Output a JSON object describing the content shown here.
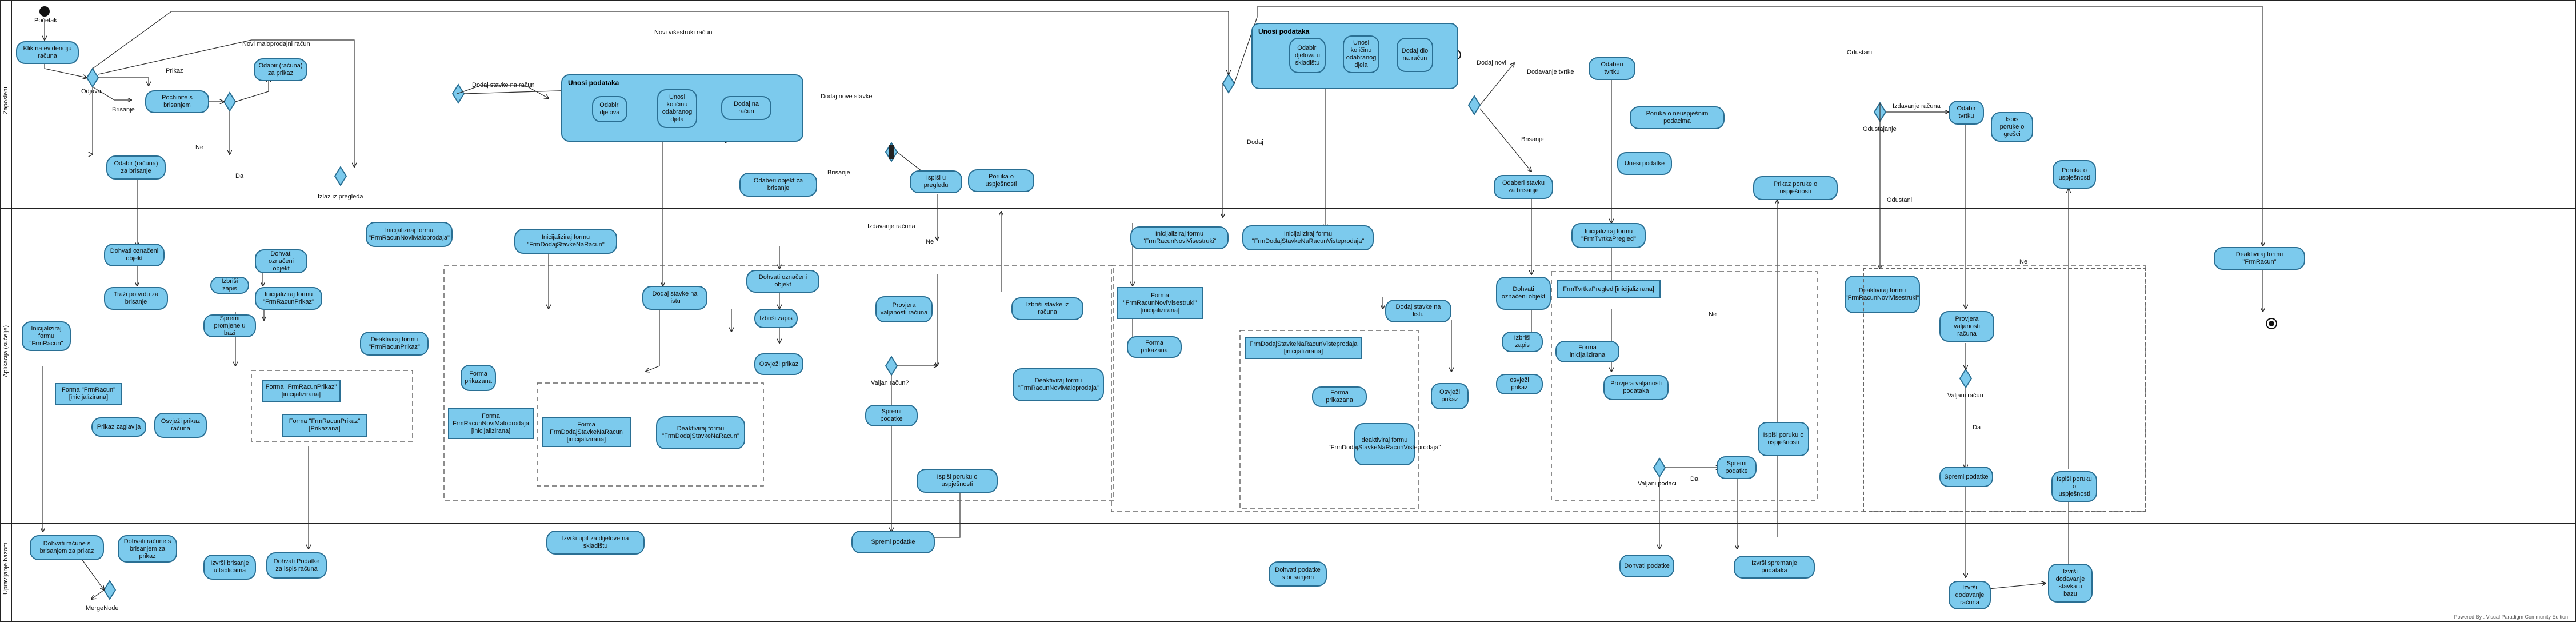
{
  "lanes": [
    "Zaposleni",
    "Aplikacija (sučelje)",
    "Upravljanje bazom"
  ],
  "start_label": "Početak",
  "merge_label": "MergeNode",
  "edge_labels": {
    "odjava": "Odjava",
    "novi_visestruki": "Novi višestruki račun",
    "novi_maloprodajni": "Novi maloprodajni račun",
    "prikaz": "Prikaz",
    "brisanje_left": "Brisanje",
    "ne_left": "Ne",
    "da_left": "Da",
    "izlaz_iz_pregleda": "Izlaz iz pregleda",
    "dodaj_stavke_na_racun": "Dodaj stavke na račun",
    "dodaj_nove_stavke": "Dodaj nove stavke",
    "brisanje_mid": "Brisanje",
    "izdavanje_racuna_mid": "Izdavanje računa",
    "ne_mid": "Ne",
    "valjan_racun": "Valjan račun?",
    "dodaj": "Dodaj",
    "dodaj_novi": "Dodaj novi",
    "dodavanje_tvrtke": "Dodavanje tvrtke",
    "brisanje_right": "Brisanje",
    "ne_right": "Ne",
    "da_right": "Da",
    "valjani_podaci": "Valjani podaci",
    "odustani_top": "Odustani",
    "izdavanje_racuna_right": "Izdavanje računa",
    "odustajanje": "Odustajanje",
    "odustani_mid": "Odustani",
    "ne_right2": "Ne",
    "valjani_racun": "Valjani račun",
    "da_right2": "Da"
  },
  "subprocesses": [
    {
      "title": "Unosi podataka",
      "nodes": [
        "Odabiri djelova",
        "Unosi količinu odabranog djela",
        "Dodaj na račun"
      ]
    },
    {
      "title": "Unosi podataka",
      "nodes": [
        "Odabiri djelova u skladištu",
        "Unosi količinu odabranog djela",
        "Dodaj dio na račun"
      ]
    }
  ],
  "actions": [
    "Klik na evidenciju računa",
    "Pochinite s brisanjem",
    "Odabir (računa) za prikaz",
    "Odabir (računa) za brisanje",
    "Dohvati označeni objekt",
    "Traži potvrdu za brisanje",
    "Dohvati označeni objekt",
    "Izbriši zapis",
    "Spremi promjene u bazi",
    "Inicijaliziraj formu \"FrmRacunPrikaz\"",
    "Inicijaliziraj formu \"FrmRacun\"",
    "Prikaz zaglavlja",
    "Osvježi prikaz računa",
    "Dohvati račune s brisanjem za prikaz",
    "Dohvati račune s brisanjem za prikaz",
    "Izvrši brisanje u tablicama",
    "Dohvati Podatke za ispis računa",
    "Deaktiviraj formu \"FrmRacunPrikaz\"",
    "Inicijaliziraj formu \"FrmRacunNoviMaloprodaja\"",
    "Inicijaliziraj formu \"FrmDodajStavkeNaRacun\"",
    "Forma prikazana",
    "Dodaj stavke na listu",
    "Deaktiviraj formu \"FrmDodajStavkeNaRacun\"",
    "Izvrši upit za dijelove na skladištu",
    "Odaberi objekt za brisanje",
    "Dohvati označeni objekt",
    "Izbriši zapis",
    "Osvježi prikaz",
    "Provjera valjanosti računa",
    "Ispiši u pregledu",
    "Poruka o uspješnosti",
    "Izbriši stavke iz računa",
    "Deaktiviraj formu \"FrmRacunNoviMaloprodaja\"",
    "Spremi podatke",
    "Ispiši poruku o uspješnosti",
    "Spremi podatke",
    "Inicijaliziraj formu \"FrmRacunNoviVisestruki\"",
    "Forma prikazana",
    "Inicijaliziraj formu \"FrmDodajStavkeNaRacunVisteprodaja\"",
    "Forma prikazana",
    "Dodaj stavke na listu",
    "Osvježi prikaz",
    "deaktiviraj formu \"FrmDodajStavkeNaRacunVisteprodaja\"",
    "Dohvati podatke s brisanjem",
    "Odaberi stavku za brisanje",
    "Dohvati označeni objekt",
    "Izbriši zapis",
    "osvježi prikaz",
    "Odaberi tvrtku",
    "Poruka o neuspješnim podacima",
    "Unesi podatke",
    "Inicijaliziraj formu \"FrmTvrtkaPregled\"",
    "Forma inicijalizirana",
    "Provjera valjanosti podataka",
    "Spremi podatke",
    "Dohvati podatke",
    "Ispiši poruku o uspješnosti",
    "Izvrši spremanje podataka",
    "Prikaz poruke o uspješnosti",
    "Odabir tvrtku",
    "Ispis poruke o grešci",
    "Deaktiviraj formu \"FrmRacunNoviVisestruki\"",
    "Provjera valjanosti računa",
    "Spremi podatke",
    "Izvrši dodavanje računa",
    "Izvrši dodavanje stavka u bazu",
    "Ispiši poruku o uspješnosti",
    "Poruka o uspješnosti",
    "Deaktiviraj formu \"FrmRacun\""
  ],
  "objects": [
    "Forma \"FrmRacun\" [inicijalizirana]",
    "Forma \"FrmRacunPrikaz\" [inicijalizirana]",
    "Forma \"FrmRacunPrikaz\" [Prikazana]",
    "Forma FrmDodajStavkeNaRacun [inicijalizirana]",
    "Forma FrmRacunNoviMaloprodaja [inicijalizirana]",
    "Forma \"FrmRacunNoviVisestruki\" [inicijalizirana]",
    "FrmDodajStavkeNaRacunVisteprodaja [inicijalizirana]",
    "FrmTvrtkaPregled [inicijalizirana]"
  ],
  "footer": "Powered By : Visual Paradigm Community Edition"
}
